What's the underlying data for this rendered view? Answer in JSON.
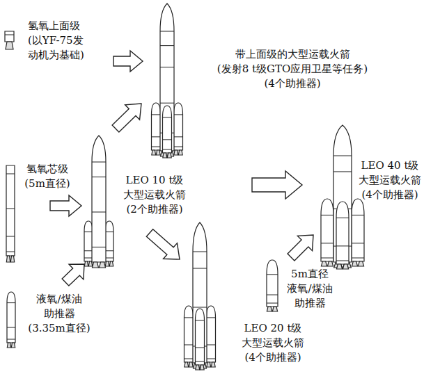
{
  "diagram": {
    "nodes": [
      {
        "text": [
          "氢氧上面级",
          "(以YF-75发 动机为基础)"
        ]
      },
      {
        "text": [
          "带上面级的大型运载火箭",
          "(发射8 t级GTO应用卫星等任务)",
          "(4个助推器)"
        ]
      },
      {
        "text": [
          "氢氧芯级",
          "(5m直径)"
        ]
      },
      {
        "text": [
          "LEO 10 t级",
          "大型运载火箭",
          "(2个助推器)"
        ]
      },
      {
        "text": [
          "液氧/煤油 助推器",
          "(3.35m直径)"
        ]
      },
      {
        "text": [
          "LEO 20 t级",
          "大型运载火箭",
          "(4个助推器)"
        ]
      },
      {
        "text": [
          "LEO 40 t级",
          "大型运载火箭",
          "(4个助推器)"
        ]
      },
      {
        "text": [
          "5m直径 液氧/煤油 助推器"
        ]
      }
    ],
    "edges": [
      {
        "from": 0,
        "to": 1,
        "arrow": "to"
      },
      {
        "from": 3,
        "to": 1,
        "arrow": "to"
      },
      {
        "from": 2,
        "to": 3,
        "arrow": "to"
      },
      {
        "from": 4,
        "to": 3,
        "arrow": "to"
      },
      {
        "from": 3,
        "to": 5,
        "arrow": "to"
      },
      {
        "from": 3,
        "to": 6,
        "arrow": "to"
      },
      {
        "from": 7,
        "to": 6,
        "arrow": "to"
      }
    ]
  }
}
